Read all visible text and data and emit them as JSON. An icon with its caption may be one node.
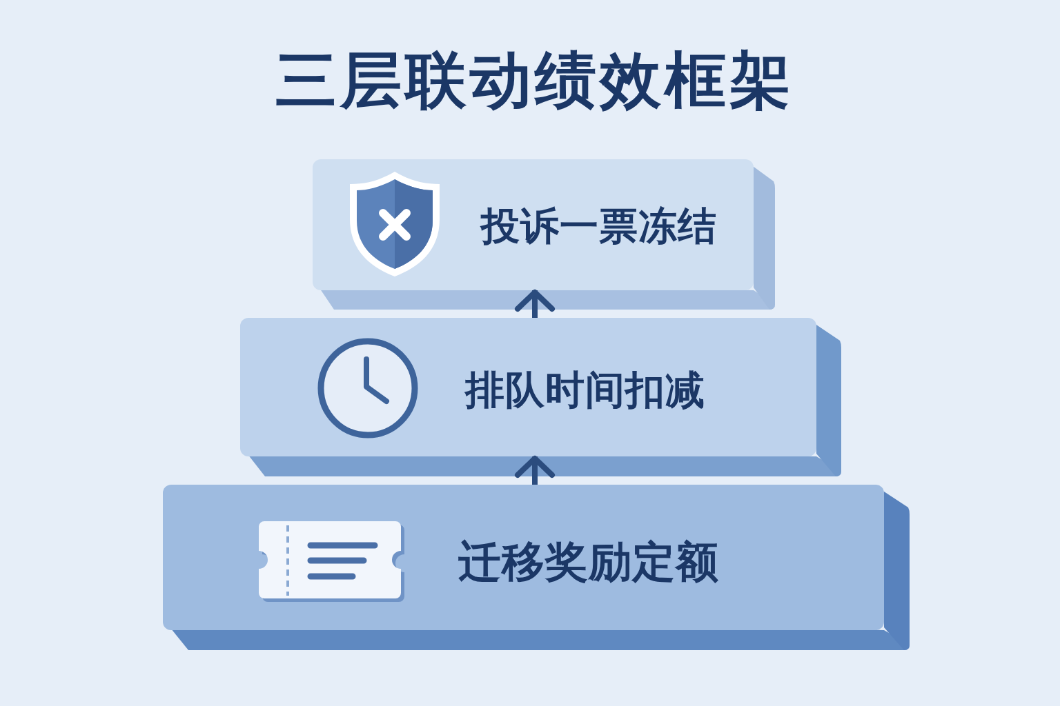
{
  "diagram": {
    "title": "三层联动绩效框架",
    "nodes": [
      {
        "text": [
          "投诉一票冻结"
        ]
      },
      {
        "text": [
          "排队时间扣减"
        ]
      },
      {
        "text": [
          "迁移奖励定额"
        ]
      }
    ],
    "edges": [
      {
        "from": 2,
        "to": 1,
        "arrow": "to"
      },
      {
        "from": 1,
        "to": 0,
        "arrow": "to"
      }
    ]
  }
}
